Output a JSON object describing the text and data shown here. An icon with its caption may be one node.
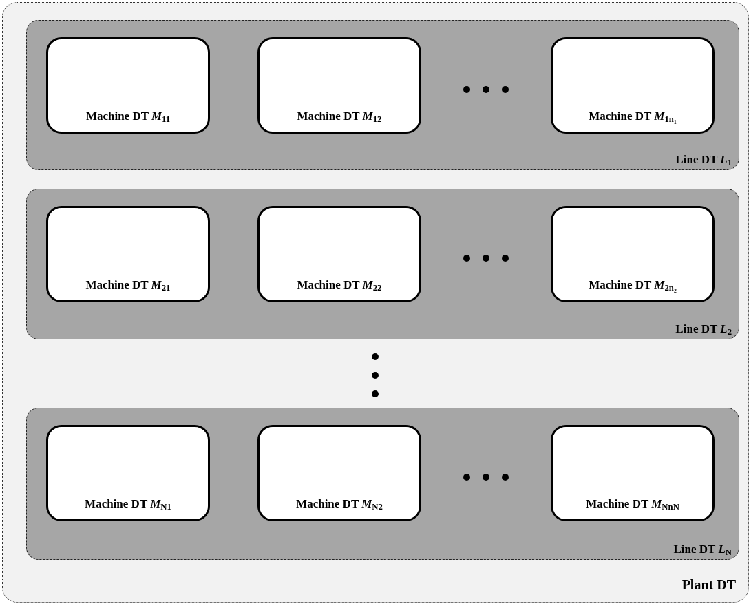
{
  "diagram": {
    "nodes": [
      {
        "text": [
          "Plant DT"
        ]
      },
      {
        "text": [
          "Line DT *L*$_{1}$"
        ],
        "in": 0
      },
      {
        "text": [
          "Machine DT *M*$_{11}$"
        ],
        "in": 1
      },
      {
        "text": [
          "Machine DT *M*$_{12}$"
        ],
        "in": 1
      },
      {
        "text": [
          "Machine DT *M*$_{1n₁}$"
        ],
        "in": 1
      },
      {
        "text": [
          "Line DT *L*$_{2}$"
        ],
        "in": 0
      },
      {
        "text": [
          "Machine DT *M*$_{21}$"
        ],
        "in": 5
      },
      {
        "text": [
          "Machine DT *M*$_{22}$"
        ],
        "in": 5
      },
      {
        "text": [
          "Machine DT *M*$_{2n₂}$"
        ],
        "in": 5
      },
      {
        "text": [
          "Line DT *L*$_{N}$"
        ],
        "in": 0
      },
      {
        "text": [
          "Machine DT *M*$_{N1}$"
        ],
        "in": 9
      },
      {
        "text": [
          "Machine DT *M*$_{N2}$"
        ],
        "in": 9
      },
      {
        "text": [
          "Machine DT *M*$_{Nn}$$_{N}$"
        ],
        "in": 9
      }
    ]
  }
}
